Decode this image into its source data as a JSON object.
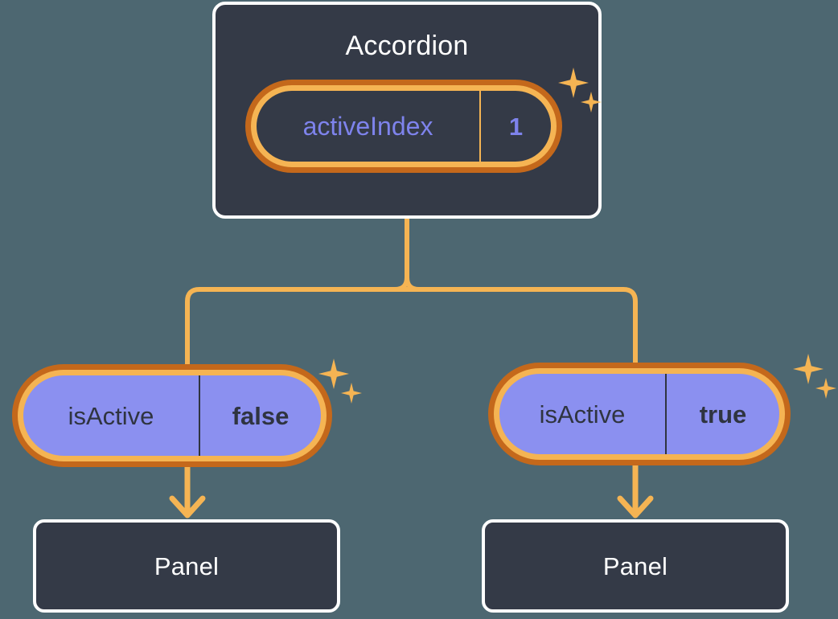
{
  "theme": {
    "background": "#4d6771",
    "card_fill": "#343a47",
    "card_border": "#ffffff",
    "pill_ring_inner": "#f5b453",
    "pill_ring_outer": "#c4681b",
    "pill_purple_fill": "#8b90f0",
    "accent_line": "#f5b453",
    "root_pill_text": "#7e83ec",
    "leaf_pill_text": "#2f3440",
    "title_text": "#ffffff"
  },
  "diagram": {
    "root": {
      "title": "Accordion",
      "state": {
        "key": "activeIndex",
        "value": "1"
      },
      "sparkle_icon": "sparkles-icon"
    },
    "branches": [
      {
        "side": "left",
        "state": {
          "key": "isActive",
          "value": "false"
        },
        "sparkle_icon": "sparkles-icon",
        "child": {
          "title": "Panel"
        }
      },
      {
        "side": "right",
        "state": {
          "key": "isActive",
          "value": "true"
        },
        "sparkle_icon": "sparkles-icon",
        "child": {
          "title": "Panel"
        }
      }
    ]
  }
}
